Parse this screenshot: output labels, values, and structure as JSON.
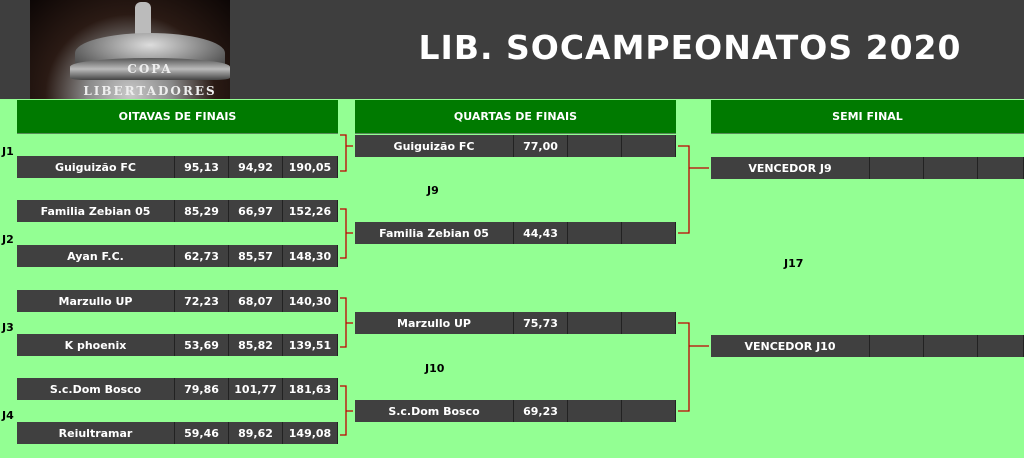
{
  "title": "LIB. SOCAMPEONATOS 2020",
  "logo_text": "COPA LIBERTADORES",
  "headers": {
    "oitavas": "OITAVAS DE FINAIS",
    "quartas": "QUARTAS DE FINAIS",
    "semi": "SEMI FINAL"
  },
  "oitavas": {
    "games": [
      {
        "label": "J1"
      },
      {
        "label": "J2"
      },
      {
        "label": "J3"
      },
      {
        "label": "J4"
      }
    ],
    "rows": [
      [
        "Guiguizão FC",
        "95,13",
        "94,92",
        "190,05"
      ],
      [
        "Familia Zebian 05",
        "85,29",
        "66,97",
        "152,26"
      ],
      [
        "Ayan F.C.",
        "62,73",
        "85,57",
        "148,30"
      ],
      [
        "Marzullo UP",
        "72,23",
        "68,07",
        "140,30"
      ],
      [
        "K phoenix",
        "53,69",
        "85,82",
        "139,51"
      ],
      [
        "S.c.Dom Bosco",
        "79,86",
        "101,77",
        "181,63"
      ],
      [
        "Reiultramar",
        "59,46",
        "89,62",
        "149,08"
      ]
    ]
  },
  "quartas": {
    "games": [
      {
        "label": "J9"
      },
      {
        "label": "J10"
      }
    ],
    "rows": [
      [
        "Guiguizão FC",
        "77,00",
        "",
        ""
      ],
      [
        "Familia Zebian 05",
        "44,43",
        "",
        ""
      ],
      [
        "Marzullo UP",
        "75,73",
        "",
        ""
      ],
      [
        "S.c.Dom Bosco",
        "69,23",
        "",
        ""
      ]
    ]
  },
  "semi": {
    "games": [
      {
        "label": "J17"
      }
    ],
    "rows": [
      [
        "VENCEDOR J9",
        "",
        "",
        ""
      ],
      [
        "VENCEDOR J10",
        "",
        "",
        ""
      ]
    ]
  },
  "colors": {
    "header_bg": "#3e3e3e",
    "green": "#007a00",
    "bg": "#93ff93",
    "cell": "#404040",
    "bracket": "#c00000"
  }
}
